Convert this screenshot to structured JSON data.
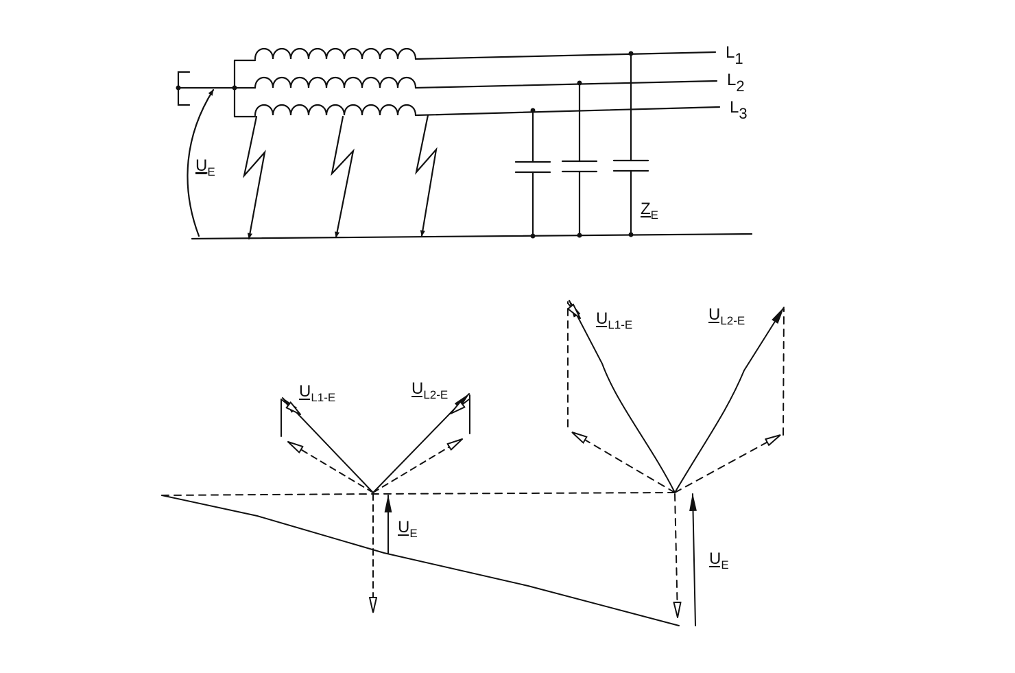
{
  "circuit": {
    "phases": [
      {
        "letter": "L",
        "index": "1"
      },
      {
        "letter": "L",
        "index": "2"
      },
      {
        "letter": "L",
        "index": "3"
      }
    ],
    "ue_label": {
      "main": "U",
      "sub": "E"
    },
    "ze_label": {
      "main": "Z",
      "sub": "E"
    }
  },
  "phasor_small": {
    "ul1e": {
      "main": "U",
      "sub": "L1-E"
    },
    "ul2e": {
      "main": "U",
      "sub": "L2-E"
    },
    "ue": {
      "main": "U",
      "sub": "E"
    }
  },
  "phasor_large": {
    "ul1e": {
      "main": "U",
      "sub": "L1-E"
    },
    "ul2e": {
      "main": "U",
      "sub": "L2-E"
    },
    "ue": {
      "main": "U",
      "sub": "E"
    }
  }
}
